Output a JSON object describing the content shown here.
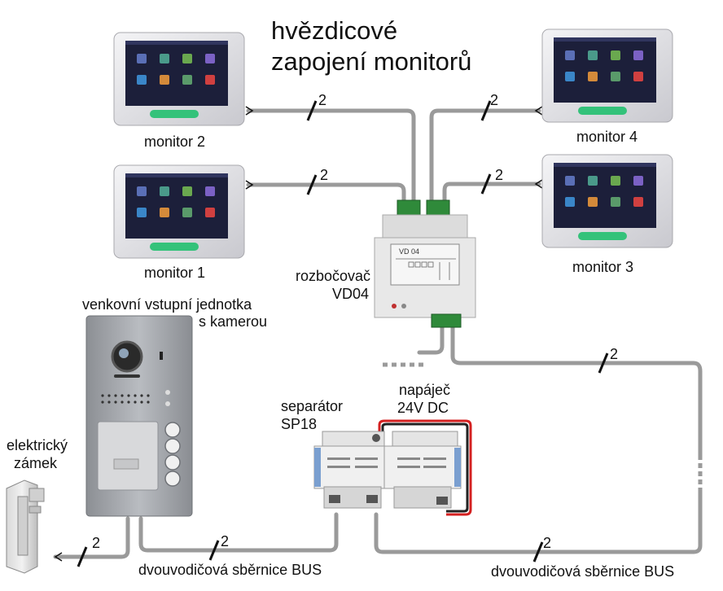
{
  "title_line1": "hvězdicové",
  "title_line2": "zapojení monitorů",
  "monitors": [
    {
      "label": "monitor 1"
    },
    {
      "label": "monitor 2"
    },
    {
      "label": "monitor 3"
    },
    {
      "label": "monitor 4"
    }
  ],
  "distributor": {
    "line1": "rozbočovač",
    "line2": "VD04",
    "screen_text": "VD 04"
  },
  "outdoor_unit": {
    "line1": "venkovní vstupní jednotka",
    "line2": "s kamerou"
  },
  "lock": {
    "line1": "elektrický",
    "line2": "zámek"
  },
  "separator": {
    "line1": "separátor",
    "line2": "SP18"
  },
  "power_supply": {
    "line1": "napáječ",
    "line2": "24V DC"
  },
  "bus_label_left": "dvouvodičová sběrnice BUS",
  "bus_label_right": "dvouvodičová sběrnice BUS",
  "wire_count": "2",
  "colors": {
    "wire": "#9a9a9a",
    "power_wire": "#d42020",
    "screen": "#1c1f3a",
    "accent_bar": "#34c27a"
  }
}
